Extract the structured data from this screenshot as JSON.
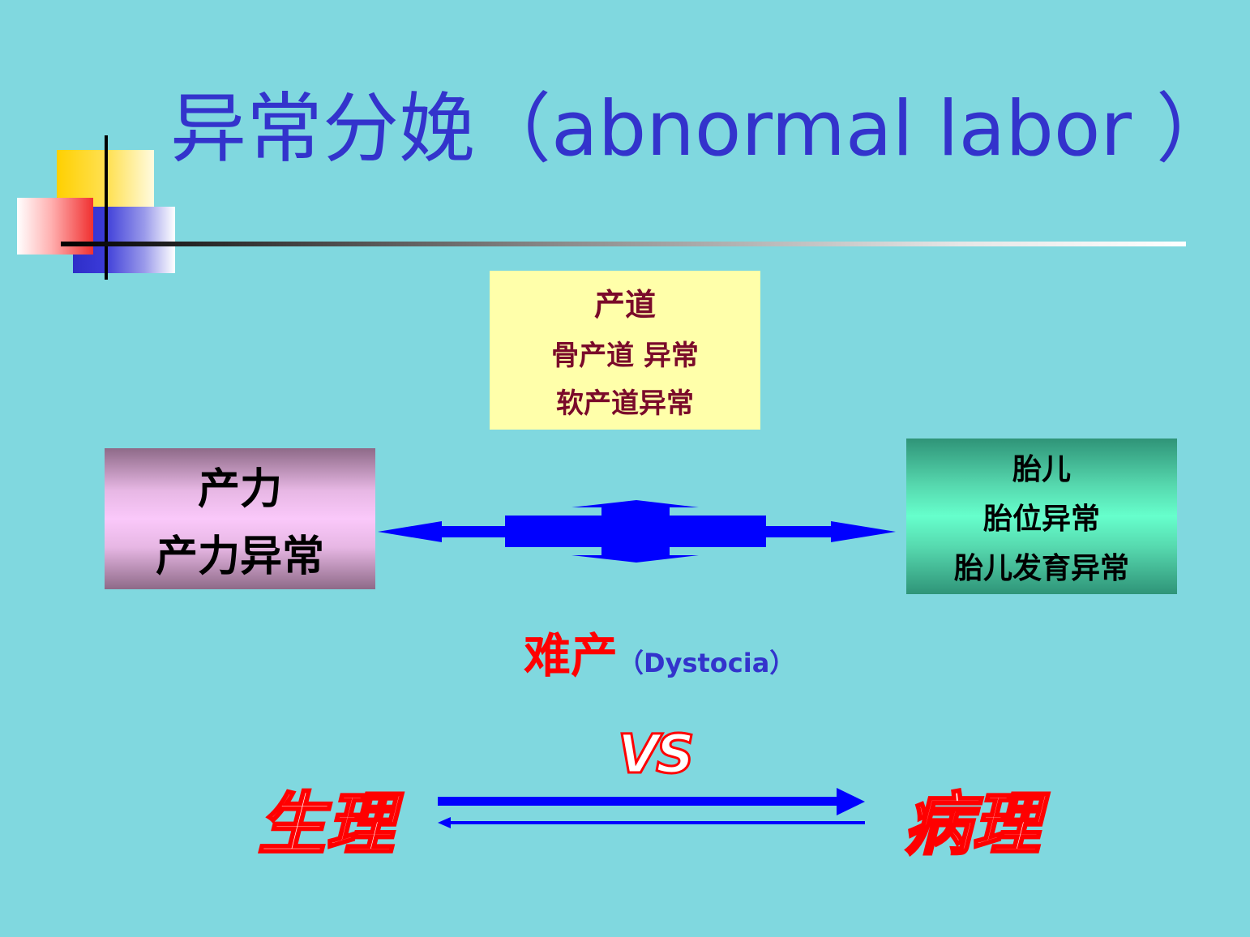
{
  "slide": {
    "title": "异常分娩（abnormal labor ）",
    "background_color": "#80D8DF",
    "title_color": "#3333CC"
  },
  "birth_canal": {
    "heading": "产道",
    "items": [
      "骨产道 异常",
      "软产道异常"
    ]
  },
  "birth_force": {
    "heading": "产力",
    "items": [
      "产力异常"
    ]
  },
  "fetus": {
    "heading": "胎儿",
    "items": [
      "胎位异常",
      "胎儿发育异常"
    ]
  },
  "dystocia": {
    "cn": "难产",
    "en": "（Dystocia）"
  },
  "comparison": {
    "vs": "VS",
    "left": "生理",
    "right": "病理"
  },
  "colors": {
    "arrow": "#0000FF",
    "accent_red": "#FF0000",
    "canal_box": "#FFFFAA",
    "canal_text": "#7A0A2A"
  },
  "icons": [
    "four-way-arrow-icon",
    "double-arrow-icon"
  ]
}
